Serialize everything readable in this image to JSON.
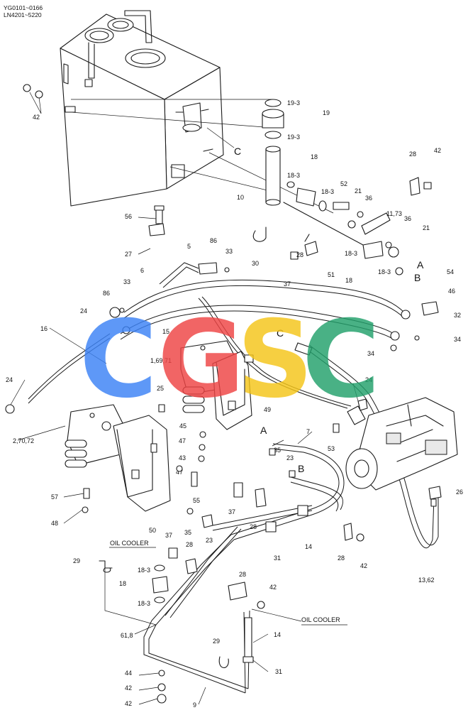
{
  "header": {
    "line1": "YG0101~0166",
    "line2": "LN4201~5220"
  },
  "watermark": {
    "letters": [
      "C",
      "G",
      "S",
      "C"
    ],
    "colors": [
      "#3b82f6",
      "#ef4444",
      "#f5c518",
      "#22a06b"
    ]
  },
  "notes": {
    "oil_cooler_1": "OIL COOLER",
    "oil_cooler_2": "OIL COOLER"
  },
  "callouts": {
    "c1": "C",
    "c2": "C",
    "a1": "A",
    "a2": "A",
    "b1": "B",
    "b2": "B",
    "p42a": "42",
    "p19_3a": "19-3",
    "p19": "19",
    "p19_3b": "19-3",
    "p18": "18",
    "p18_3a": "18-3",
    "p18_3b": "18-3",
    "p10": "10",
    "p52": "52",
    "p21a": "21",
    "p36a": "36",
    "p28a": "28",
    "p42b": "42",
    "p11_73": "11,73",
    "p36b": "36",
    "p21b": "21",
    "p18_3c": "18-3",
    "p18_3d": "18-3",
    "p18b": "18",
    "p56": "56",
    "p27": "27",
    "p5": "5",
    "p86a": "86",
    "p33a": "33",
    "p30": "30",
    "p37a": "37",
    "p28b": "28",
    "p51": "51",
    "p54": "54",
    "p46": "46",
    "p32": "32",
    "p6": "6",
    "p33b": "33",
    "p86b": "86",
    "p24a": "24",
    "p16": "16",
    "p15": "15",
    "p1_69_71": "1,69,71",
    "p34a": "34",
    "p34b": "34",
    "p24b": "24",
    "p24c": "24",
    "p25": "25",
    "p49": "49",
    "p45": "45",
    "p47a": "47",
    "p43": "43",
    "p7": "7",
    "p53": "53",
    "p2_70_72": "2,70,72",
    "p35a": "35",
    "p23a": "23",
    "p26": "26",
    "p57": "57",
    "p48": "48",
    "p47b": "47",
    "p55": "55",
    "p50": "50",
    "p35b": "35",
    "p23b": "23",
    "p37b": "37",
    "p28c": "28",
    "p14a": "14",
    "p31a": "31",
    "p28d": "28",
    "p42c": "42",
    "p13_62": "13,62",
    "p37c": "37",
    "p28e": "28",
    "p29a": "29",
    "p18_3e": "18-3",
    "p18c": "18",
    "p18_3f": "18-3",
    "p28f": "28",
    "p42d": "42",
    "p61_8": "61,8",
    "p14b": "14",
    "p29b": "29",
    "p31b": "31",
    "p44": "44",
    "p42e": "42",
    "p42f": "42",
    "p9": "9"
  }
}
